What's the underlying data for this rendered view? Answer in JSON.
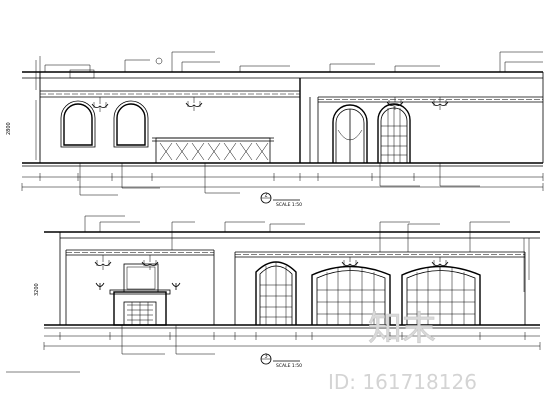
{
  "drawings": [
    {
      "title_mark": "2",
      "scale_label": "SCALE 1:50"
    },
    {
      "title_mark": "3",
      "scale_label": "SCALE 1:50"
    }
  ],
  "watermark": {
    "logo_text": "知末",
    "id_text": "ID: 161718126"
  },
  "colors": {
    "line": "#000000",
    "watermark": "#d4d4d4",
    "background": "#ffffff"
  }
}
